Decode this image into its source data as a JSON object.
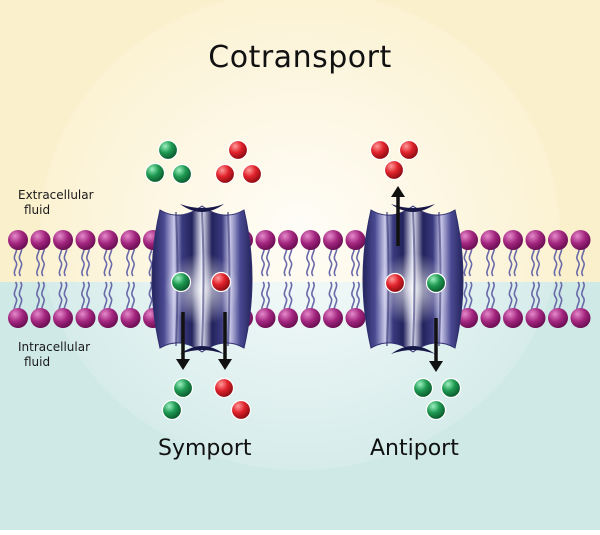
{
  "title": "Cotransport",
  "labels": {
    "extracellular": [
      "Extracellular",
      "fluid"
    ],
    "intracellular": [
      "Intracellular",
      "fluid"
    ]
  },
  "captions": {
    "symport": "Symport",
    "antiport": "Antiport"
  },
  "colors": {
    "extracellular_bg": "#fbf0cc",
    "intracellular_bg": "#cfe9e7",
    "lipid_head": "#a3267f",
    "lipid_tail": "#6a6aa8",
    "protein_dark": "#2e2e6e",
    "protein_light": "#dcdcf0",
    "molecule_green": "#1e9a52",
    "molecule_red": "#e0222b",
    "arrow": "#111111"
  },
  "molecule_types": [
    "green",
    "red"
  ]
}
